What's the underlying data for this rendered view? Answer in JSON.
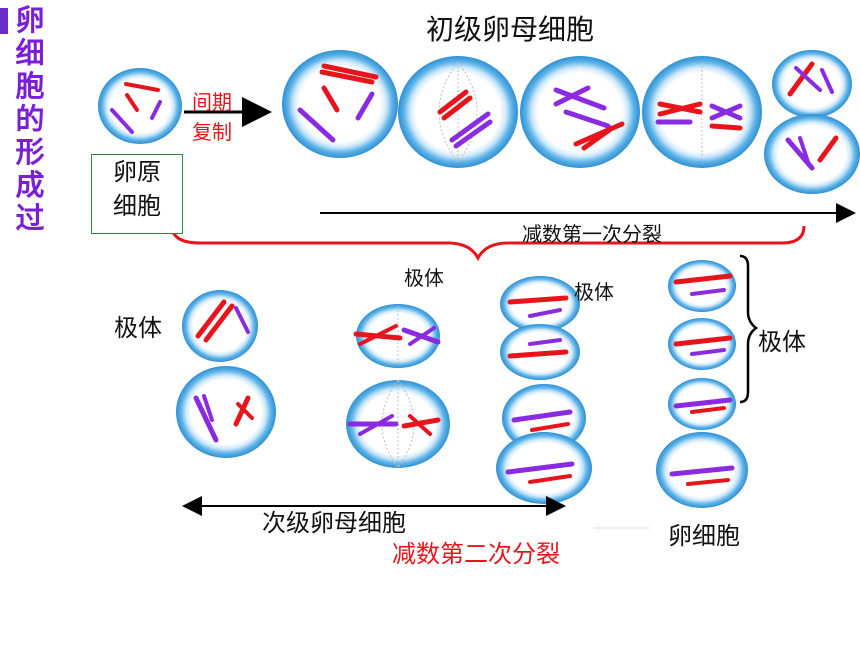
{
  "title_chars": [
    "卵",
    "细",
    "胞",
    "的",
    "形",
    "成",
    "过"
  ],
  "labels": {
    "primary_oocyte": "初级卵母细胞",
    "interphase_1": "间期",
    "interphase_2": "复制",
    "oogonium_1": "卵原",
    "oogonium_2": "细胞",
    "meiosis_1": "减数第一次分裂",
    "polar_body_left": "极体",
    "polar_body_mid1": "极体",
    "polar_body_mid2": "极体",
    "polar_body_right": "极体",
    "secondary_oocyte": "次级卵母细胞",
    "meiosis_2": "减数第二次分裂",
    "egg_cell": "卵细胞"
  },
  "colors": {
    "chromosome_red": "#e8141c",
    "chromosome_purple": "#8a2be2",
    "cell_outer": "#4aa3df",
    "title_purple": "#7a1fd6",
    "brace_red": "#e8141c"
  }
}
